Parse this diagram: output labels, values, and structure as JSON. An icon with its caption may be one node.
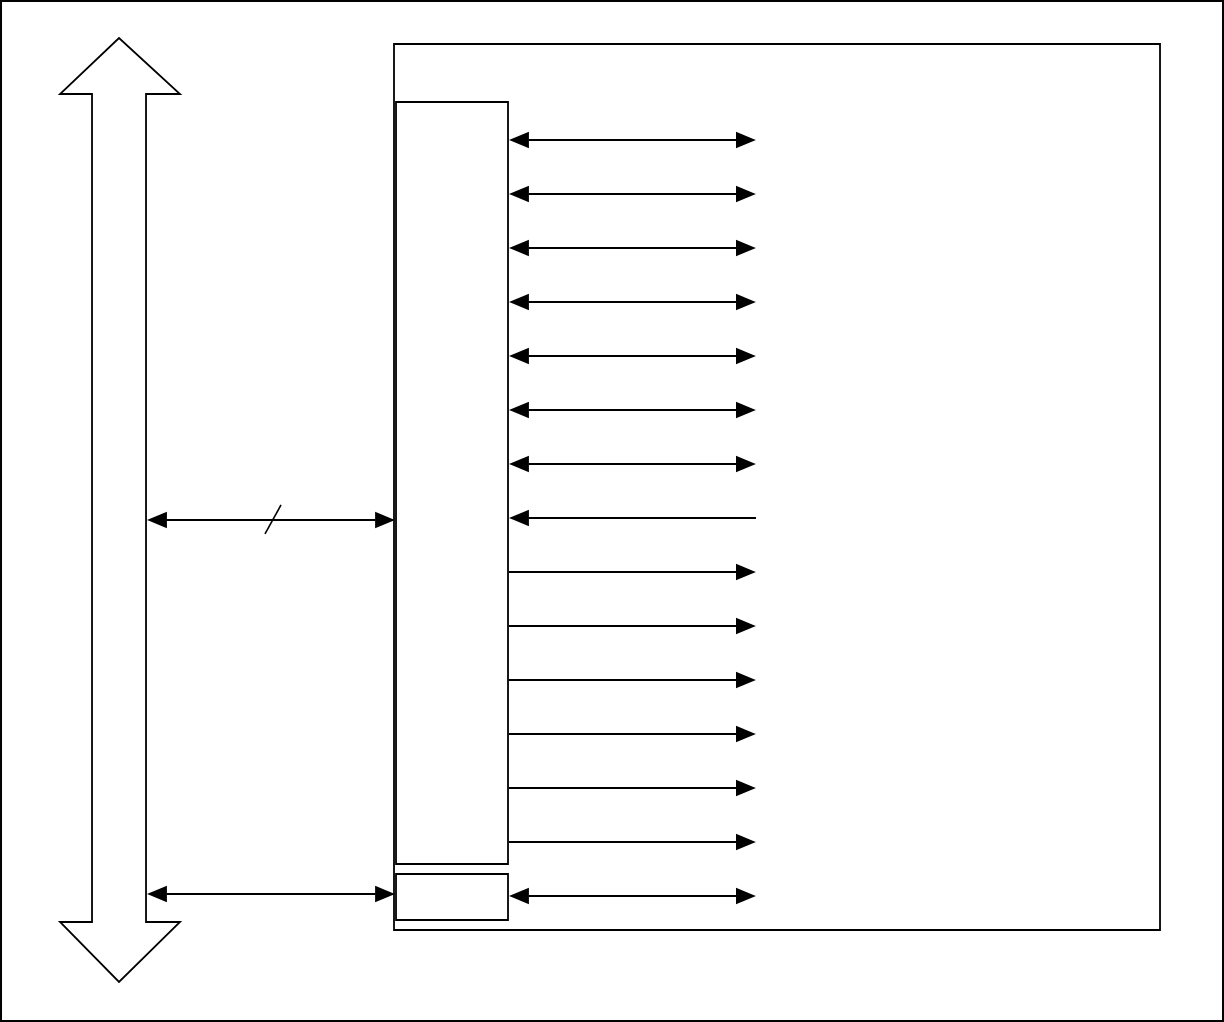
{
  "diagram": {
    "nodes": [
      {
        "text": [],
        "shape": "arrow"
      },
      {
        "text": [],
        "shape": "box"
      },
      {
        "text": [],
        "shape": "box",
        "in": 1
      },
      {
        "text": [],
        "shape": "box",
        "in": 1
      }
    ],
    "edges": [
      {
        "from": 0,
        "to": 2,
        "arrow": "both"
      },
      {
        "from": 0,
        "to": 3,
        "arrow": "both"
      },
      {
        "from": 2,
        "to": null,
        "arrow": "both"
      },
      {
        "from": 2,
        "to": null,
        "arrow": "both"
      },
      {
        "from": 2,
        "to": null,
        "arrow": "both"
      },
      {
        "from": 2,
        "to": null,
        "arrow": "both"
      },
      {
        "from": 2,
        "to": null,
        "arrow": "both"
      },
      {
        "from": 2,
        "to": null,
        "arrow": "both"
      },
      {
        "from": 2,
        "to": null,
        "arrow": "both"
      },
      {
        "from": null,
        "to": 2,
        "arrow": "to"
      },
      {
        "from": 2,
        "to": null,
        "arrow": "to"
      },
      {
        "from": 2,
        "to": null,
        "arrow": "to"
      },
      {
        "from": 2,
        "to": null,
        "arrow": "to"
      },
      {
        "from": 2,
        "to": null,
        "arrow": "to"
      },
      {
        "from": 2,
        "to": null,
        "arrow": "to"
      },
      {
        "from": 2,
        "to": null,
        "arrow": "to"
      },
      {
        "from": 3,
        "to": null,
        "arrow": "both"
      }
    ]
  }
}
